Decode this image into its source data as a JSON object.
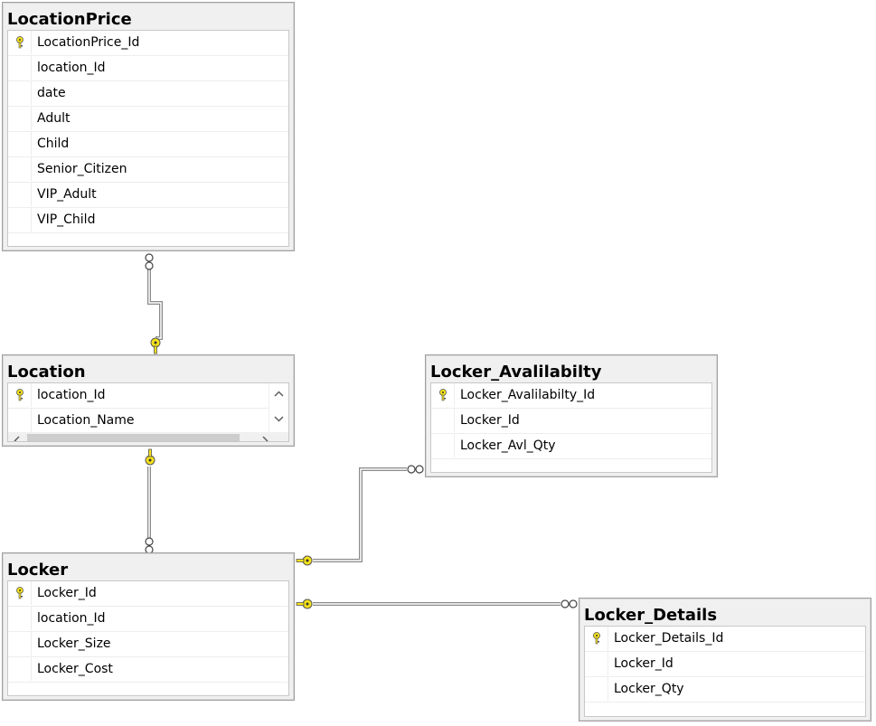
{
  "tables": {
    "location_price": {
      "title": "LocationPrice",
      "columns": [
        "LocationPrice_Id",
        "location_Id",
        "date",
        "Adult",
        "Child",
        "Senior_Citizen",
        "VIP_Adult",
        "VIP_Child"
      ],
      "primary_key": "LocationPrice_Id"
    },
    "location": {
      "title": "Location",
      "columns": [
        "location_Id",
        "Location_Name"
      ],
      "primary_key": "location_Id"
    },
    "locker_availability": {
      "title": "Locker_Avalilabilty",
      "columns": [
        "Locker_Avalilabilty_Id",
        "Locker_Id",
        "Locker_Avl_Qty"
      ],
      "primary_key": "Locker_Avalilabilty_Id"
    },
    "locker": {
      "title": "Locker",
      "columns": [
        "Locker_Id",
        "location_Id",
        "Locker_Size",
        "Locker_Cost"
      ],
      "primary_key": "Locker_Id"
    },
    "locker_details": {
      "title": "Locker_Details",
      "columns": [
        "Locker_Details_Id",
        "Locker_Id",
        "Locker_Qty"
      ],
      "primary_key": "Locker_Details_Id"
    }
  },
  "relationships": [
    {
      "one": "location",
      "many": "location_price"
    },
    {
      "one": "location",
      "many": "locker"
    },
    {
      "one": "locker",
      "many": "locker_availability"
    },
    {
      "one": "locker",
      "many": "locker_details"
    }
  ],
  "colors": {
    "key_yellow": "#f5e11a",
    "line_gray": "#8a8a8a",
    "title_bar": "#f0f0f0"
  },
  "icons": {
    "primary_key": "key-icon",
    "one_end": "key-icon",
    "many_end": "infinity-icon",
    "scroll_up": "chevron-up-icon",
    "scroll_down": "chevron-down-icon",
    "scroll_left": "chevron-left-icon",
    "scroll_right": "chevron-right-icon"
  }
}
